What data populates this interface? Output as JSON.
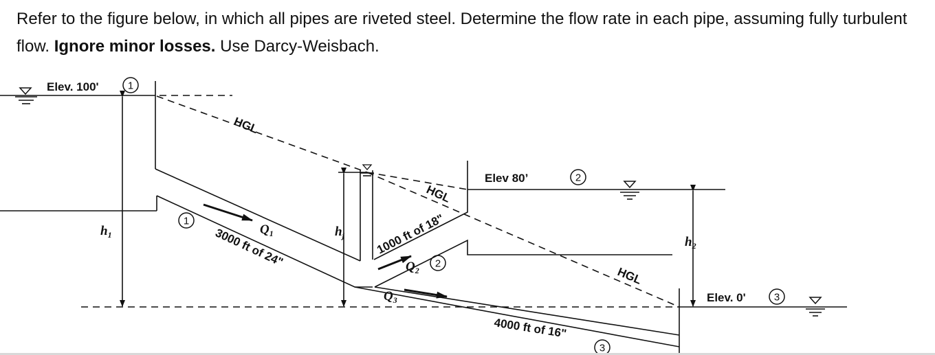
{
  "problem": {
    "part1": "Refer to the figure below, in which all pipes are riveted steel.  Determine the flow rate in each pipe, assuming fully turbulent flow.  ",
    "part2": "Ignore minor losses.",
    "part3": "  Use Darcy-Weisbach."
  },
  "figure": {
    "reservoir1_elev": "Elev. 100'",
    "reservoir2_elev": "Elev  80’",
    "reservoir3_elev": "Elev. 0'",
    "node1": "1",
    "node2": "2",
    "node3": "3",
    "hgl_label": "HGL",
    "h1": "h",
    "h1_sub": "1",
    "hj": "h",
    "hj_sub": "j",
    "h2": "h",
    "h2_sub": "2",
    "q1": "Q",
    "q1_sub": "1",
    "q2": "Q",
    "q2_sub": "2",
    "q3": "Q",
    "q3_sub": "3",
    "pipe1_label": "3000 ft of 24\"",
    "pipe2_label": "1000 ft of 18\"",
    "pipe3_label": "4000 ft of 16\""
  }
}
